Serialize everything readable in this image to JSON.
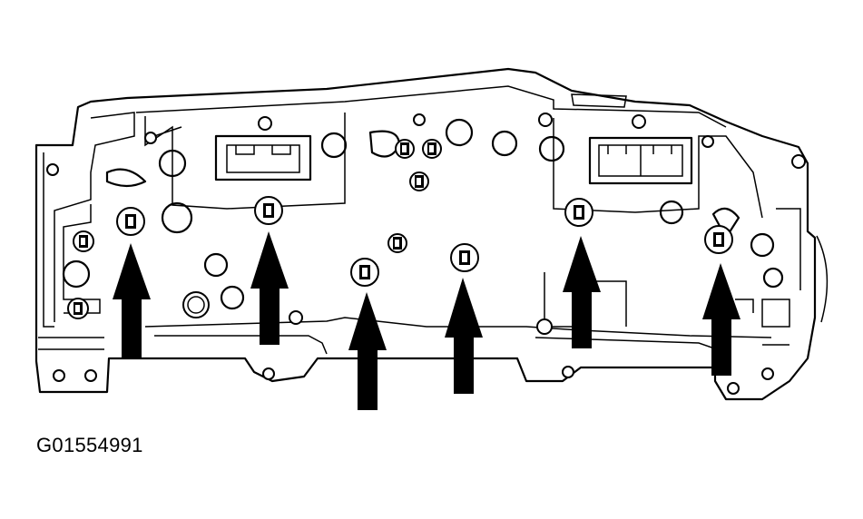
{
  "figure_id": "G01554991",
  "colors": {
    "line": "#000000",
    "background": "#ffffff"
  },
  "bulb_sockets": [
    {
      "id": "socket-1"
    },
    {
      "id": "socket-2"
    },
    {
      "id": "socket-3"
    },
    {
      "id": "socket-4"
    },
    {
      "id": "socket-5"
    },
    {
      "id": "socket-6"
    },
    {
      "id": "socket-7"
    },
    {
      "id": "socket-8"
    },
    {
      "id": "socket-9"
    },
    {
      "id": "socket-10"
    },
    {
      "id": "socket-11"
    }
  ],
  "arrows": [
    {
      "id": "arrow-1"
    },
    {
      "id": "arrow-2"
    },
    {
      "id": "arrow-3"
    },
    {
      "id": "arrow-4"
    },
    {
      "id": "arrow-5"
    },
    {
      "id": "arrow-6"
    }
  ]
}
